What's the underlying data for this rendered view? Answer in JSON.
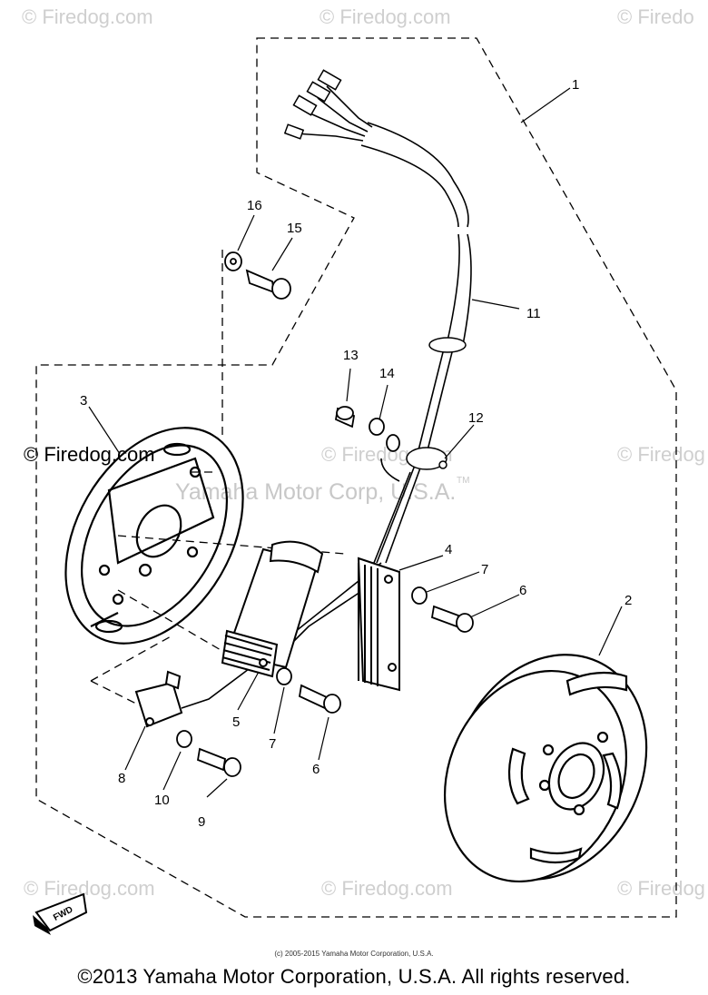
{
  "watermarks": {
    "top_left": "© Firedog.com",
    "top_center": "© Firedog.com",
    "top_right": "© Firedo",
    "mid_left": "© Firedog.com",
    "mid_center": "© Firedog.com",
    "mid_right": "© Firedog",
    "bottom_left": "© Firedog.com",
    "bottom_center": "© Firedog.com",
    "bottom_right": "© Firedog"
  },
  "trademark_text": "Yamaha Motor Corp, U.S.A.",
  "tm_mark": "TM",
  "callouts": [
    "1",
    "2",
    "3",
    "4",
    "5",
    "6",
    "6",
    "7",
    "7",
    "8",
    "9",
    "10",
    "11",
    "12",
    "13",
    "14",
    "15",
    "16"
  ],
  "fwd_label": "FWD",
  "small_copyright": "(c) 2005-2015 Yamaha Motor Corporation, U.S.A.",
  "footer_copyright": "©2013 Yamaha Motor Corporation, U.S.A. All rights reserved."
}
